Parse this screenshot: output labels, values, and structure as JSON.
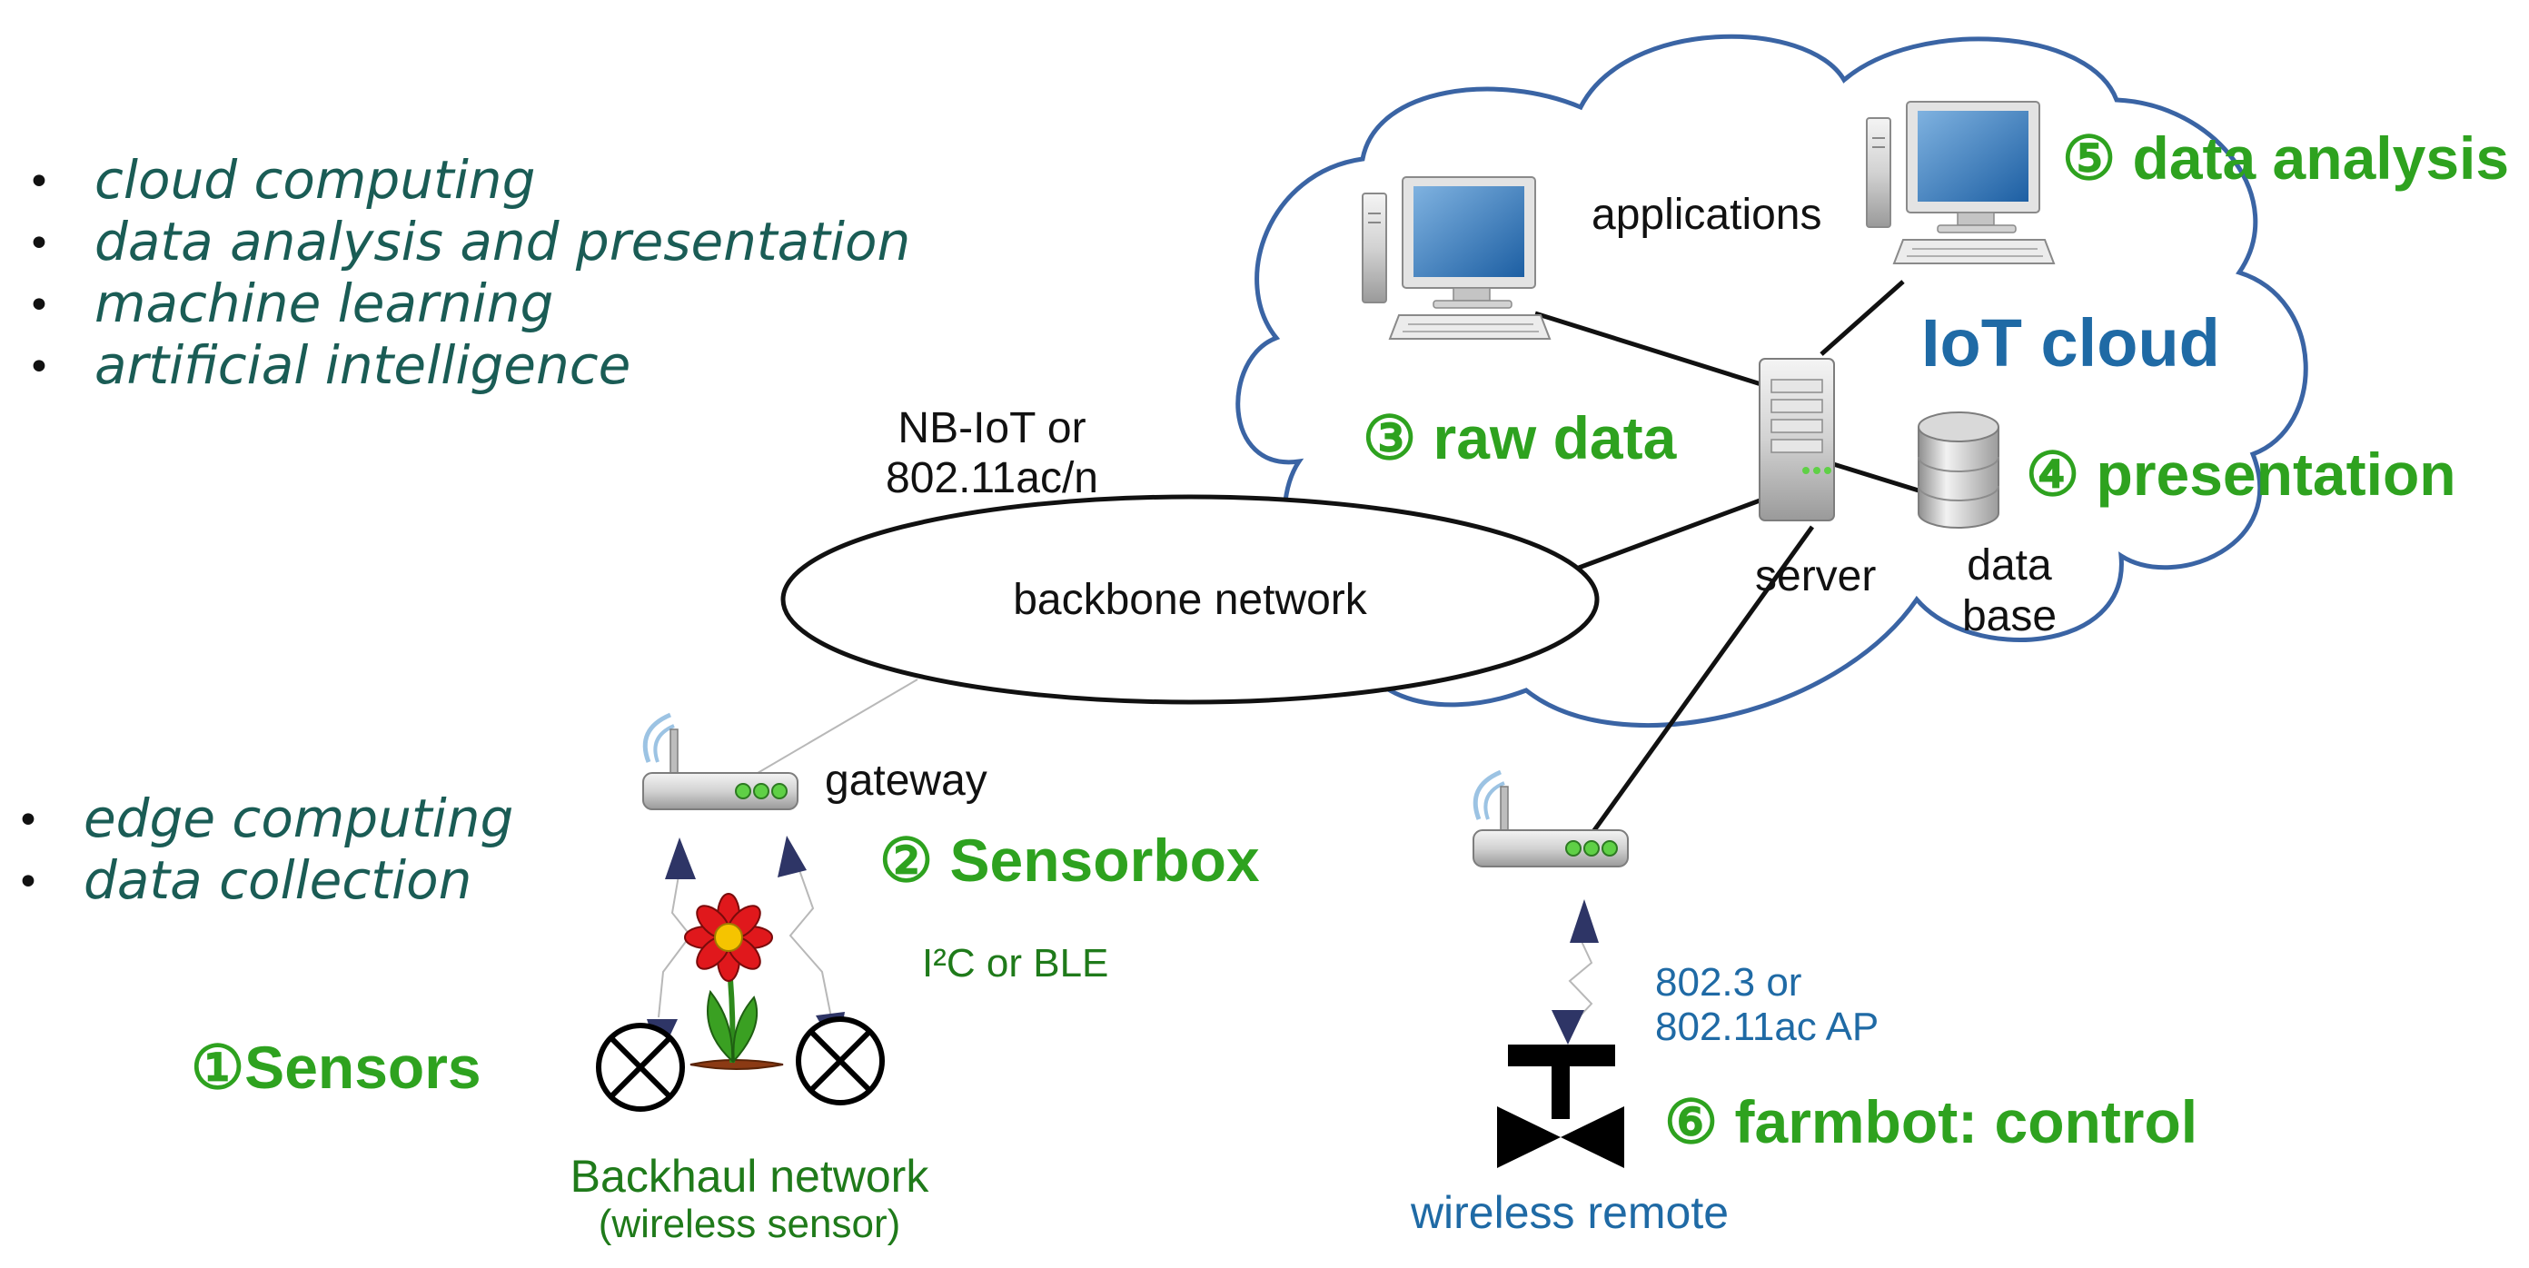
{
  "cloud_bullets": [
    "cloud computing",
    "data analysis and presentation",
    "machine learning",
    "artificial intelligence"
  ],
  "edge_bullets": [
    "edge computing",
    "data collection"
  ],
  "bullet_glyph": "•",
  "cloud": {
    "title": "IoT cloud",
    "color": "#1f6aa5"
  },
  "labels": {
    "applications": "applications",
    "server": "server",
    "database_line1": "data",
    "database_line2": "base",
    "backbone": "backbone network",
    "nbiot_line1": "NB-IoT or",
    "nbiot_line2": "802.11ac/n",
    "gateway": "gateway",
    "i2c": "I²C or BLE",
    "backhaul_line1": "Backhaul network",
    "backhaul_line2": "(wireless sensor)",
    "ap_line1": "802.3 or",
    "ap_line2": "802.11ac AP",
    "wireless_remote": "wireless remote"
  },
  "steps": {
    "sensors": "①Sensors",
    "sensorbox": "② Sensorbox",
    "raw_data": "③ raw data",
    "presentation": "④ presentation",
    "data_analysis": "⑤ data analysis",
    "farmbot": "⑥ farmbot: control"
  },
  "colors": {
    "step_green": "#2ea21f",
    "bullet_teal": "#1a5c55",
    "ap_blue": "#1f6aa5",
    "arrow_navy": "#2e3566"
  }
}
